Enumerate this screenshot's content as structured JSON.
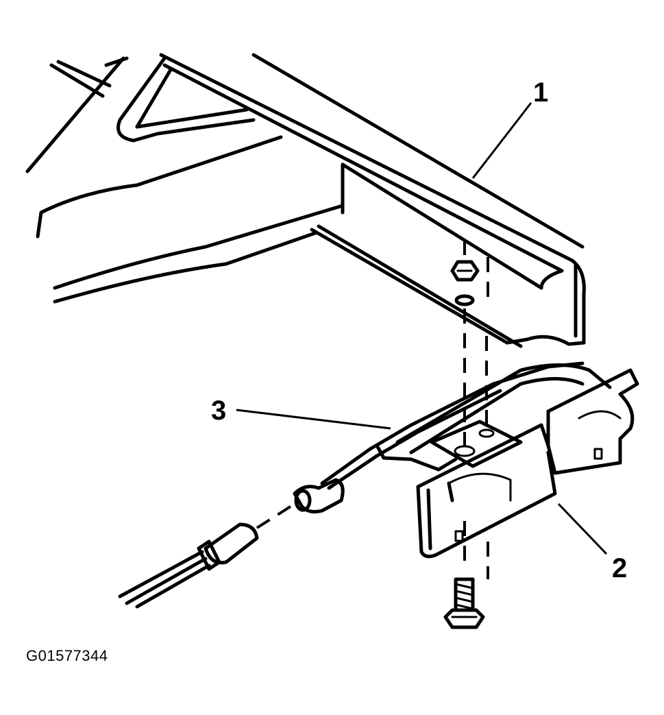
{
  "figure": {
    "code": "G01577344",
    "callouts": [
      {
        "number": "1",
        "part": "frame-crossmember"
      },
      {
        "number": "2",
        "part": "mounting-bracket"
      },
      {
        "number": "3",
        "part": "wiring-harness"
      }
    ]
  },
  "colors": {
    "line": "#000000",
    "background": "#ffffff"
  }
}
